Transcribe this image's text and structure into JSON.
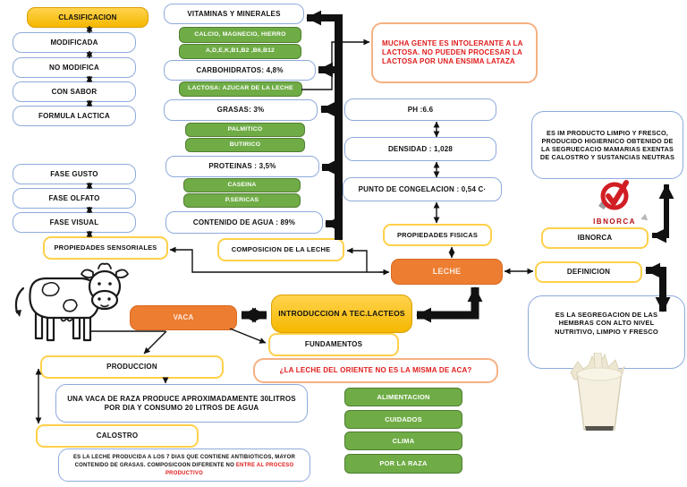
{
  "classification": {
    "title": "CLASIFICACION",
    "items": [
      "MODIFICADA",
      "NO MODIFICA",
      "CON SABOR",
      "FORMULA LACTICA"
    ]
  },
  "sensory": {
    "phases": [
      "FASE GUSTO",
      "FASE OLFATO",
      "FASE VISUAL"
    ],
    "label": "PROPIEDADES SENSORIALES"
  },
  "composition": {
    "label": "COMPOSICION DE LA LECHE",
    "vitaminas": "VITAMINAS Y MINERALES",
    "minerales": "CALCIO, MAGNECIO, HIERRO",
    "vitaminas_lista": "A,D,E,K,B1,B2 ,B6,B12",
    "carbohidratos": "CARBOHIDRATOS: 4,8%",
    "lactosa": "LACTOSA: AZUCAR DE LA LECHE",
    "grasas": "GRASAS: 3%",
    "grasas_tipos": [
      "PALMITICO",
      "BUTIRICO"
    ],
    "proteinas": "PROTEINAS : 3,5%",
    "proteinas_tipos": [
      "CASEINA",
      "P.SERICAS"
    ],
    "agua": "CONTENIDO DE AGUA : 89%"
  },
  "lactose_note": "MUCHA GENTE ES INTOLERANTE A LA LACTOSA. NO PUEDEN PROCESAR LA LACTOSA POR UNA ENSIMA LATAZA",
  "physical": {
    "label": "PROPIEDADES FISICAS",
    "ph": "PH :6.6",
    "densidad": "DENSIDAD : 1,028",
    "congelacion": "PUNTO DE CONGELACION : 0,54 C·"
  },
  "right": {
    "norma_text": "ES IM PRODUCTO LIMPIO Y FRESCO, PRODUCIDO HIGIERNICO OBTENIDO DE LA SEGRUECACIO MAMARIAS EXENTAS DE CALOSTRO Y SUSTANCIAS NEUTRAS",
    "logo_label": "IBNORCA",
    "ibnorca": "IBNORCA",
    "definicion": "DEFINICION",
    "definicion_text": "ES LA SEGREGACION DE LAS HEMBRAS CON ALTO NIVEL NUTRITIVO, LIMPIO Y FRESCO"
  },
  "center": {
    "leche": "LECHE",
    "intro": "INTRODUCCION A TEC.LACTEOS",
    "vaca": "VACA",
    "fundamentos": "FUNDAMENTOS",
    "pregunta": "¿LA LECHE DEL ORIENTE NO ES LA MISMA DE ACA?"
  },
  "production": {
    "label": "PRODUCCION",
    "dato": "UNA VACA DE RAZA PRODUCE APROXIMADAMENTE 30LITROS POR DIA Y CONSUMO 20 LITROS DE AGUA",
    "calostro": "CALOSTRO",
    "nota": "ES LA LECHE PRODUCIDA A LOS 7 DIAS QUE CONTIENE ANTIBIOTICOS, MAYOR CONTENIDO DE GRASAS. COMPOSICOON DIFERENTE NO ",
    "nota_destacada": "ENTRE AL PROCESO PRODUCTIVO"
  },
  "factors": [
    "ALIMENTACION",
    "CUIDADOS",
    "CLIMA",
    "POR LA RAZA"
  ],
  "colors": {
    "gold": "#FFC000",
    "orange": "#ED7D31",
    "green": "#70AD47",
    "blue_border": "#8EAADB",
    "yellow_border": "#FFD04A",
    "red_text": "#E01B1B"
  }
}
